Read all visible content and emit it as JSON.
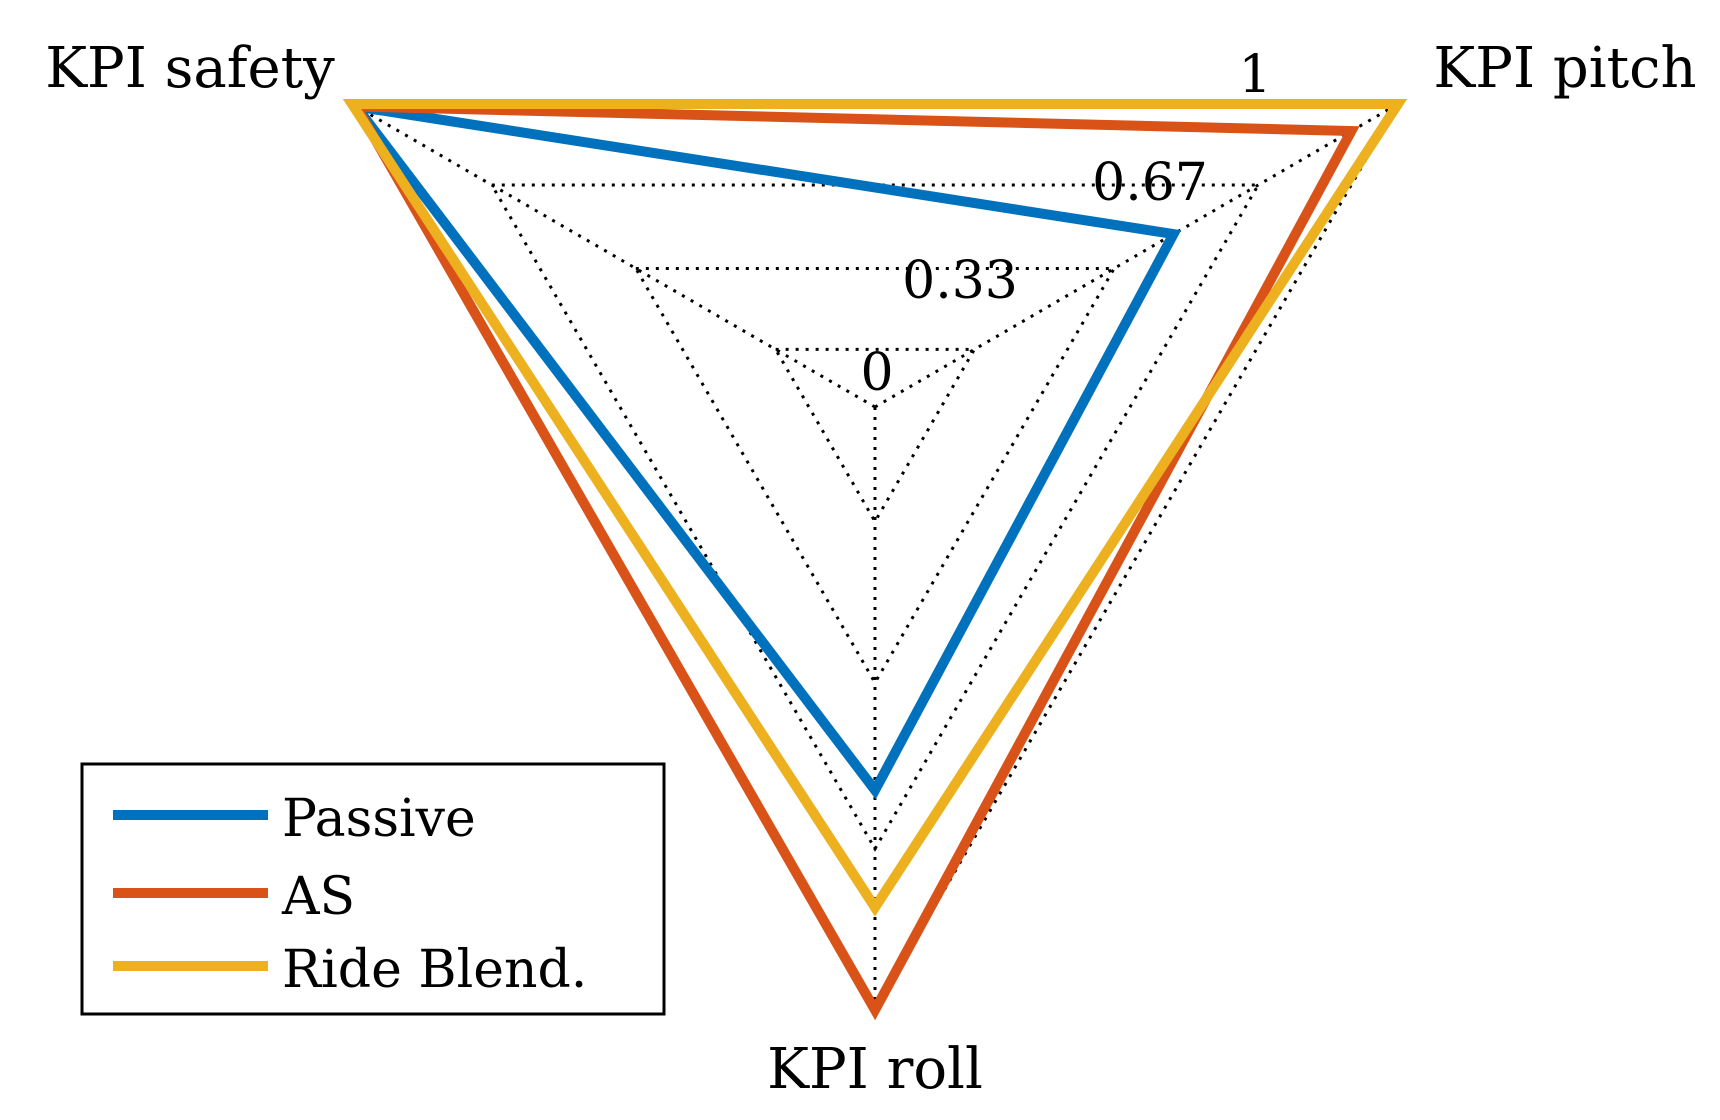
{
  "chart_data": {
    "type": "radar",
    "axes": [
      "KPI safety",
      "KPI pitch",
      "KPI roll"
    ],
    "ring_labels": [
      "0",
      "0.33",
      "0.67",
      "1"
    ],
    "range": [
      0,
      1
    ],
    "series": [
      {
        "name": "Passive",
        "values": [
          0.99,
          0.47,
          0.55
        ],
        "color": "#0072BD"
      },
      {
        "name": "AS",
        "values": [
          0.99,
          0.89,
          1.0
        ],
        "color": "#D95319"
      },
      {
        "name": "Ride Blend.",
        "values": [
          1.0,
          1.0,
          0.79
        ],
        "color": "#EDB120"
      }
    ],
    "legend_position": "bottom-left",
    "grid": true
  }
}
